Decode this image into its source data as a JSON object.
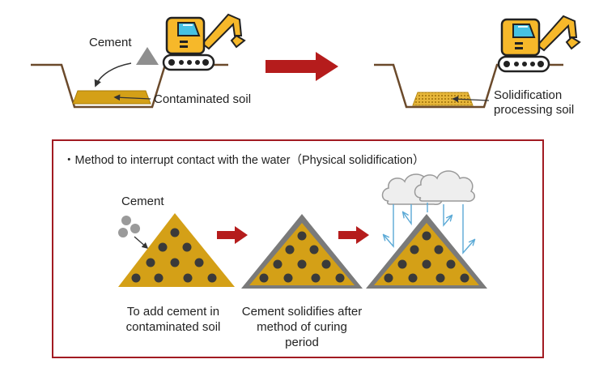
{
  "top": {
    "cement_label": "Cement",
    "contaminated_label": "Contaminated soil",
    "processed_label_line1": "Solidification",
    "processed_label_line2": "processing soil"
  },
  "method": {
    "heading": "・Method to interrupt contact with the water（Physical solidification）",
    "cement_label": "Cement",
    "caption_step1": "To add cement in contaminated soil",
    "caption_step2": "Cement solidifies after method of curing period"
  },
  "colors": {
    "soil": "#d4a017",
    "soil_dark": "#a97d0a",
    "ground": "#6b4a2b",
    "arrow": "#b51c1c",
    "frame": "#a21b22",
    "excavator": "#f6b82a",
    "water": "#5aa9d6"
  },
  "icons": [
    "excavator-icon",
    "cement-pile-icon",
    "cloud-icon",
    "water-arrow-icon"
  ]
}
